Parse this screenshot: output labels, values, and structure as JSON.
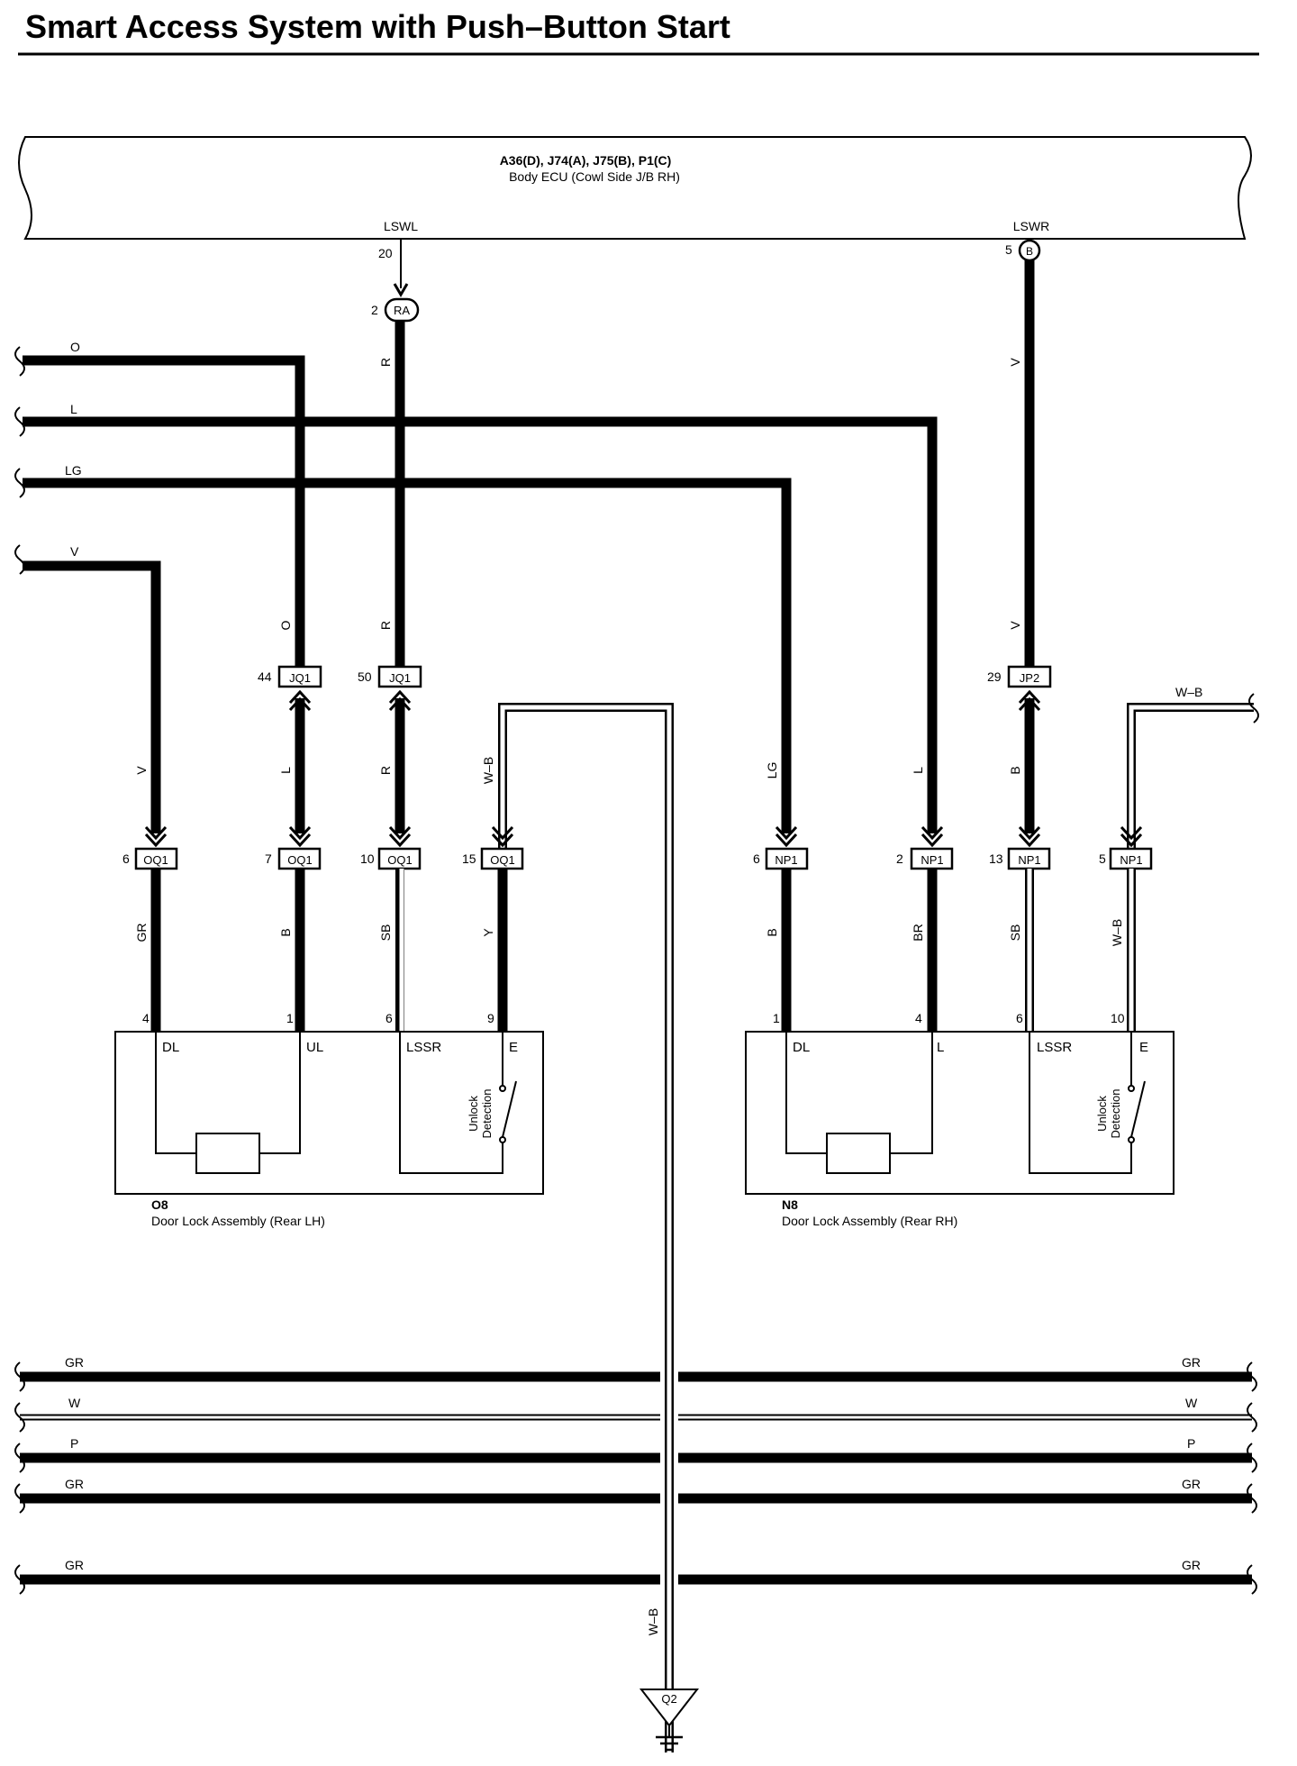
{
  "title": "Smart Access System with Push–Button Start",
  "ecu": {
    "connectors_line": "A36(D), J74(A), J75(B), P1(C)",
    "name": "Body ECU (Cowl Side J/B RH)",
    "pin_lswl_label": "LSWL",
    "pin_lswl_num": "20",
    "pin_lswr_label": "LSWR",
    "pin_lswr_num": "5",
    "pin_lswr_conn": "B"
  },
  "ra_connector": {
    "pin": "2",
    "code": "RA"
  },
  "left_wires": [
    {
      "color": "O"
    },
    {
      "color": "L"
    },
    {
      "color": "LG"
    },
    {
      "color": "V"
    }
  ],
  "vertical_wire_labels": {
    "lswl_r_top": "R",
    "lswr_v_top": "V",
    "o_mid": "O",
    "r_mid": "R",
    "v_mid_right": "V",
    "v_lower": "V",
    "l_lower": "L",
    "r_lower": "R",
    "wb_lower_left": "W–B",
    "lg_lower": "LG",
    "l_lower_right": "L",
    "b_lower_right": "B",
    "wb_top_right": "W–B"
  },
  "junctions": [
    {
      "pin": "44",
      "code": "JQ1"
    },
    {
      "pin": "50",
      "code": "JQ1"
    },
    {
      "pin": "29",
      "code": "JP2"
    }
  ],
  "assembly_connectors": [
    {
      "pin": "6",
      "code": "OQ1"
    },
    {
      "pin": "7",
      "code": "OQ1"
    },
    {
      "pin": "10",
      "code": "OQ1"
    },
    {
      "pin": "15",
      "code": "OQ1"
    },
    {
      "pin": "6",
      "code": "NP1"
    },
    {
      "pin": "2",
      "code": "NP1"
    },
    {
      "pin": "13",
      "code": "NP1"
    },
    {
      "pin": "5",
      "code": "NP1"
    }
  ],
  "lh_assembly": {
    "wires": [
      "GR",
      "B",
      "SB",
      "Y"
    ],
    "pins": [
      "4",
      "1",
      "6",
      "9"
    ],
    "terminals": [
      "DL",
      "UL",
      "LSSR",
      "E"
    ],
    "switch_label_1": "Unlock",
    "switch_label_2": "Detection",
    "code": "O8",
    "name": "Door Lock Assembly (Rear LH)"
  },
  "rh_assembly": {
    "wires": [
      "B",
      "BR",
      "SB",
      "W–B"
    ],
    "pins": [
      "1",
      "4",
      "6",
      "10"
    ],
    "terminals": [
      "DL",
      "L",
      "LSSR",
      "E"
    ],
    "switch_label_1": "Unlock",
    "switch_label_2": "Detection",
    "code": "N8",
    "name": "Door Lock Assembly (Rear RH)"
  },
  "bus_wires": [
    {
      "left": "GR",
      "right": "GR"
    },
    {
      "left": "W",
      "right": "W"
    },
    {
      "left": "P",
      "right": "P"
    },
    {
      "left": "GR",
      "right": "GR"
    },
    {
      "left": "GR",
      "right": "GR"
    }
  ],
  "ground": {
    "wire": "W–B",
    "code": "Q2"
  }
}
